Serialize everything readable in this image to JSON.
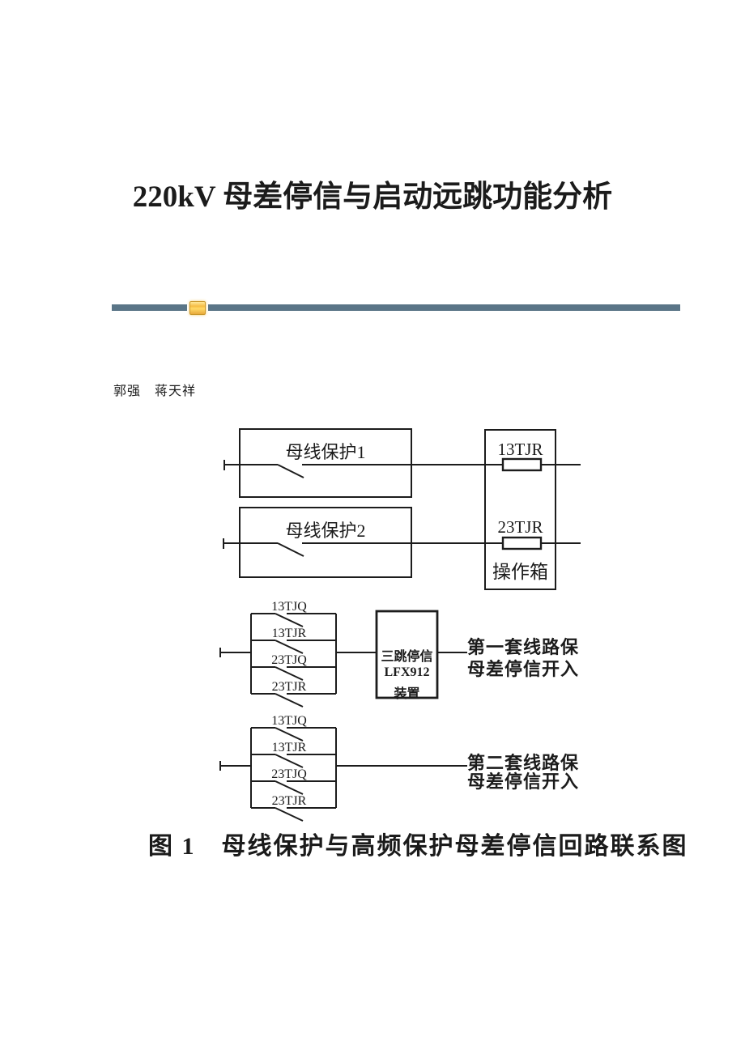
{
  "document": {
    "title": "220kV 母差停信与启动远跳功能分析",
    "authors": "郭强　蒋天祥",
    "figure_caption": "图 1　母线保护与高频保护母差停信回路联系图"
  },
  "divider": {
    "bar_color": "#5a7587",
    "icon": "yellow-marker-icon",
    "icon_color": "#f6bd45"
  },
  "figure": {
    "top_section": {
      "box1_label": "母线保护1",
      "box2_label": "母线保护2",
      "relay1_label": "13TJR",
      "relay2_label": "23TJR",
      "opbox_label": "操作箱"
    },
    "group1": {
      "contacts": [
        "13TJQ",
        "13TJR",
        "23TJQ",
        "23TJR"
      ],
      "device": [
        "三跳停信",
        "LFX912",
        "装置"
      ],
      "output": [
        "第一套线路保",
        "母差停信开入"
      ]
    },
    "group2": {
      "contacts": [
        "13TJQ",
        "13TJR",
        "23TJQ",
        "23TJR"
      ],
      "output": [
        "第二套线路保",
        "母差停信开入"
      ]
    }
  }
}
